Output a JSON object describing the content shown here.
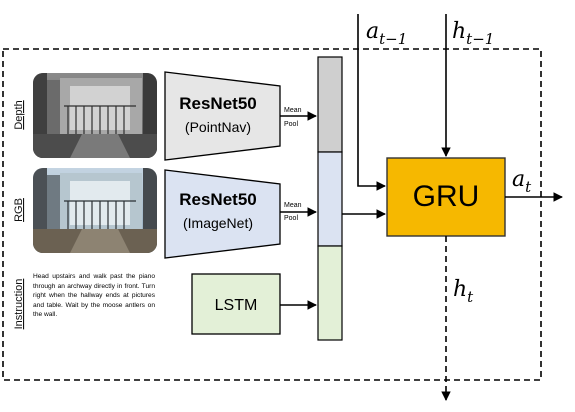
{
  "inputs": {
    "depth_label": "Depth",
    "rgb_label": "RGB",
    "instruction_label": "Instruction",
    "instruction_text": "Head upstairs and walk past the piano through an archway directly in front. Turn right when the hallway ends at pictures and table. Wait by the moose antlers on the wall."
  },
  "encoders": {
    "depth": {
      "name": "ResNet50",
      "sub": "(PointNav)",
      "pool_top": "Mean",
      "pool_bottom": "Pool"
    },
    "rgb": {
      "name": "ResNet50",
      "sub": "(ImageNet)",
      "pool_top": "Mean",
      "pool_bottom": "Pool"
    },
    "instruction": {
      "name": "LSTM"
    }
  },
  "gru": {
    "label": "GRU",
    "prev_action_base": "a",
    "prev_action_sub": "t−1",
    "prev_hidden_base": "h",
    "prev_hidden_sub": "t−1",
    "action_base": "a",
    "action_sub": "t",
    "hidden_base": "h",
    "hidden_sub": "t"
  },
  "colors": {
    "depth_block": "#cfcfcf",
    "rgb_block": "#dbe3f2",
    "instruction_block": "#e3f0d7",
    "gru_fill": "#f6b800",
    "gru_border": "#333333",
    "encoder_fill": "#e6e6e6"
  }
}
